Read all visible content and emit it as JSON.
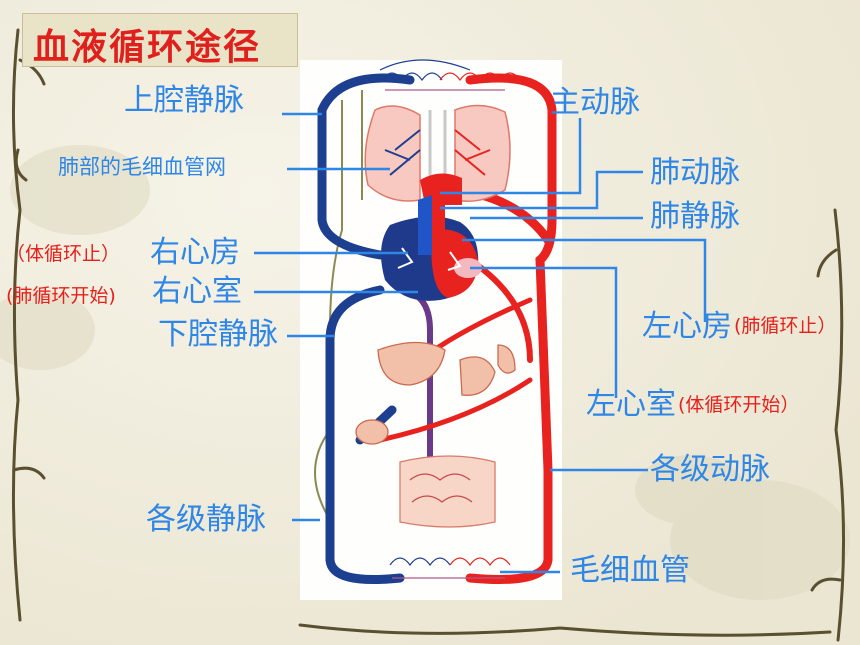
{
  "title": "血液循环途径",
  "labels": {
    "superior_vena_cava": "上腔静脉",
    "pulmonary_capillaries": "肺部的毛细血管网",
    "aorta": "主动脉",
    "pulmonary_artery": "肺动脉",
    "pulmonary_vein": "肺静脉",
    "right_atrium": "右心房",
    "right_ventricle": "右心室",
    "inferior_vena_cava": "下腔静脉",
    "left_atrium": "左心房",
    "left_ventricle": "左心室",
    "arteries": "各级动脉",
    "veins": "各级静脉",
    "capillaries": "毛细血管"
  },
  "notes": {
    "right_atrium": "（体循环止）",
    "right_ventricle": "(肺循环开始)",
    "left_atrium": "(肺循环止）",
    "left_ventricle": "(体循环开始）"
  },
  "colors": {
    "title": "#e0201c",
    "label": "#2e86e6",
    "note": "#e8201c",
    "artery": "#e8231f",
    "vein": "#1d3f8f",
    "leader": "#2e86e6",
    "nerve": "#8c8a52"
  }
}
